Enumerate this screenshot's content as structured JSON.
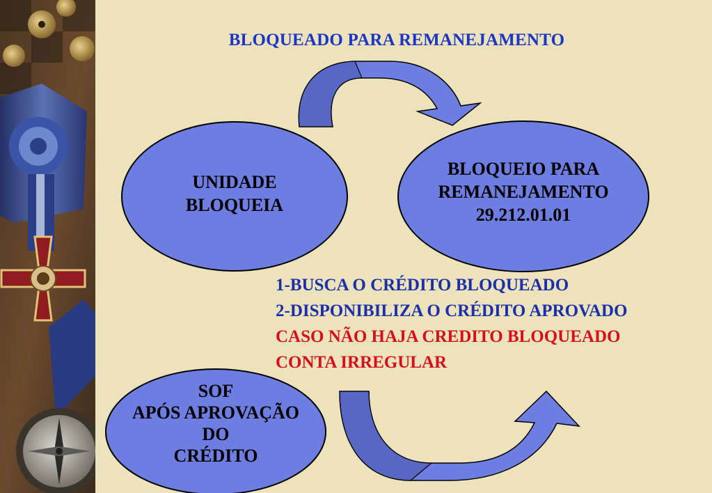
{
  "title": "BLOQUEADO PARA REMANEJAMENTO",
  "nodes": {
    "unidade": {
      "lines": [
        "UNIDADE",
        "BLOQUEIA"
      ]
    },
    "bloqueio": {
      "lines": [
        "BLOQUEIO PARA",
        "REMANEJAMENTO",
        "29.212.01.01"
      ]
    },
    "sof": {
      "lines": [
        "SOF",
        "APÓS  APROVAÇÃO",
        "DO",
        "CRÉDITO"
      ]
    }
  },
  "notes": [
    {
      "text": "1-BUSCA O CRÉDITO BLOQUEADO",
      "color": "#1b2fa8"
    },
    {
      "text": "2-DISPONIBILIZA O CRÉDITO APROVADO",
      "color": "#1b2fa8"
    },
    {
      "text": "CASO NÃO HAJA CREDITO BLOQUEADO",
      "color": "#d4101a"
    },
    {
      "text": "CONTA  IRREGULAR",
      "color": "#d4101a"
    }
  ],
  "colors": {
    "background": "#ece2bc",
    "ellipse_fill": "#6d7de0",
    "arrow_fill": "#6d7de0",
    "arrow_shadow": "#5a66c4",
    "title": "#1b35c4"
  },
  "sidebar": {
    "image": "decorative-medals-and-compass-photo"
  }
}
